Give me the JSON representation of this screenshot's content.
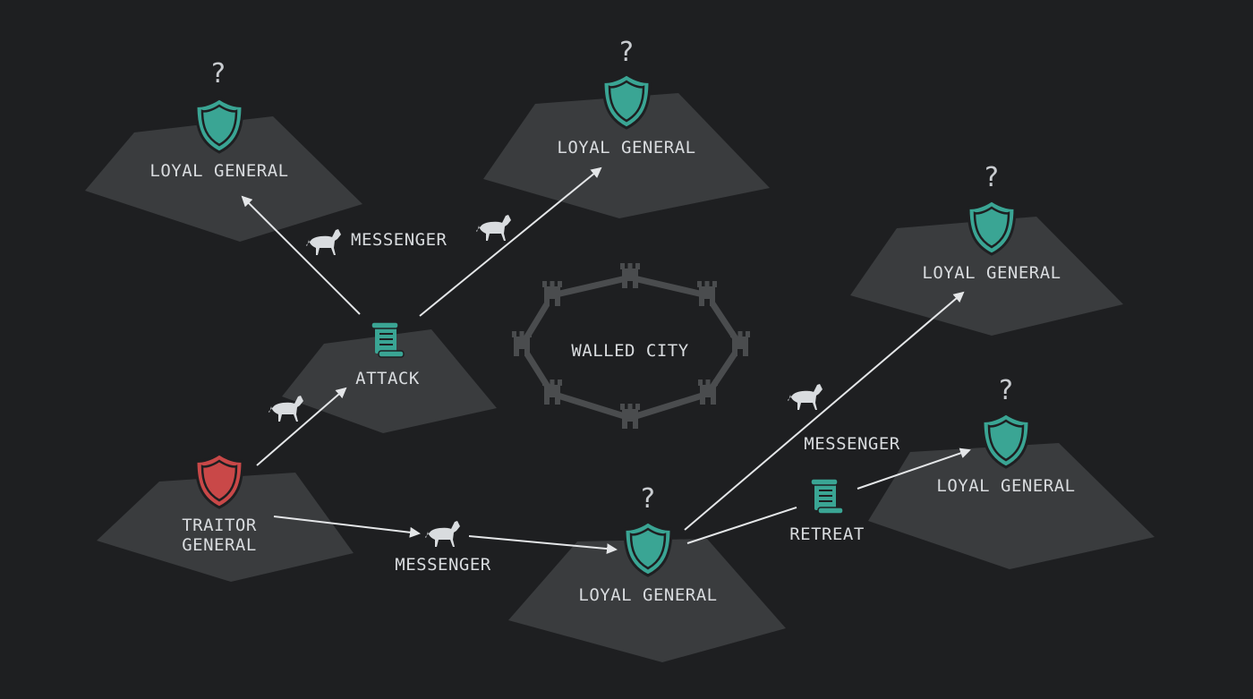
{
  "colors": {
    "background": "#1e1f21",
    "platform": "#3a3c3e",
    "loyal_shield": "#3aa594",
    "traitor_shield": "#c94848",
    "scroll": "#3aa594",
    "text": "#d9dcdf",
    "arrow": "#e4e6e8",
    "wall": "#4a4c4e"
  },
  "generals": {
    "g1": {
      "label": "LOYAL GENERAL",
      "status": "?"
    },
    "g2": {
      "label": "LOYAL GENERAL",
      "status": "?"
    },
    "g3": {
      "label": "LOYAL GENERAL",
      "status": "?"
    },
    "g4": {
      "label": "LOYAL GENERAL",
      "status": "?"
    },
    "g5": {
      "label": "LOYAL GENERAL",
      "status": "?"
    },
    "traitor": {
      "label_line1": "TRAITOR",
      "label_line2": "GENERAL"
    }
  },
  "orders": {
    "attack": "ATTACK",
    "retreat": "RETREAT"
  },
  "messengers": {
    "m1": "MESSENGER",
    "m2": "MESSENGER",
    "m3": "MESSENGER"
  },
  "city": {
    "label": "WALLED CITY"
  },
  "icons": {
    "shield": "shield-icon",
    "scroll": "scroll-icon",
    "horse": "horse-icon",
    "tower": "tower-icon"
  }
}
